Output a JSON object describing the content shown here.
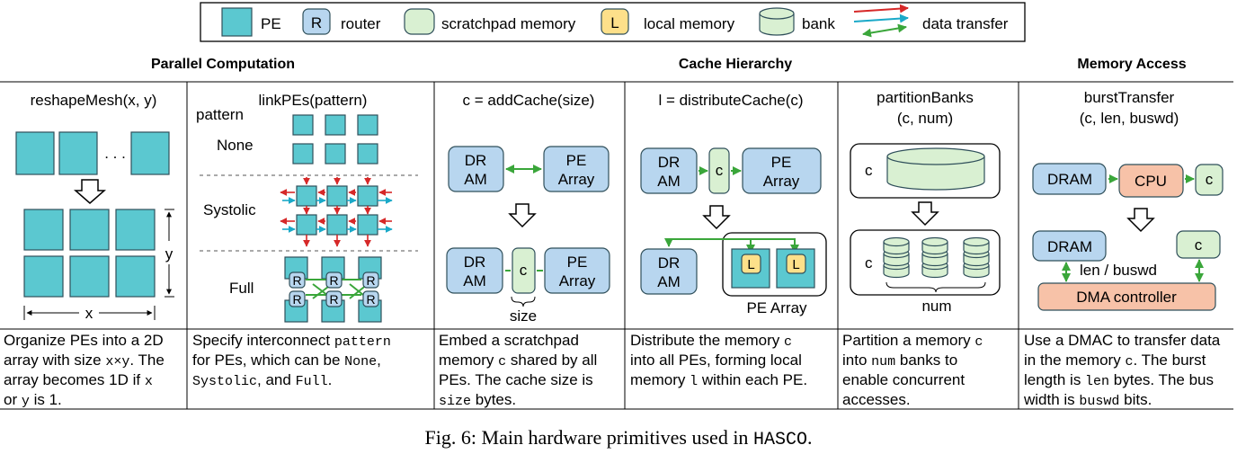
{
  "legend": {
    "pe": "PE",
    "router_glyph": "R",
    "router": "router",
    "scratchpad": "scratchpad memory",
    "local_glyph": "L",
    "local": "local memory",
    "bank": "bank",
    "transfer": "data transfer"
  },
  "groups": {
    "parallel": "Parallel Computation",
    "cache": "Cache Hierarchy",
    "memory": "Memory Access"
  },
  "titles": {
    "reshape": "reshapeMesh(x, y)",
    "link": "linkPEs(pattern)",
    "addcache": "c = addCache(size)",
    "distribute": "l = distributeCache(c)",
    "partition_1": "partitionBanks",
    "partition_2": "(c, num)",
    "burst_1": "burstTransfer",
    "burst_2": "(c, len, buswd)"
  },
  "labels": {
    "ellipsis": ". . .",
    "x": "x",
    "y": "y",
    "pattern": "pattern",
    "none": "None",
    "systolic": "Systolic",
    "full": "Full",
    "r": "R",
    "dr": "DR",
    "am": "AM",
    "pe": "PE",
    "array": "Array",
    "c": "c",
    "size": "size",
    "l": "L",
    "pe_array": "PE Array",
    "num": "num",
    "dram": "DRAM",
    "cpu": "CPU",
    "len_buswd": "len / buswd",
    "dma": "DMA controller"
  },
  "desc": {
    "d1": [
      [
        "Organize PEs into a 2D"
      ],
      [
        "array with size ",
        {
          "m": "x×y"
        },
        ". The"
      ],
      [
        "array becomes 1D if ",
        {
          "m": "x"
        }
      ],
      [
        "or ",
        {
          "m": "y"
        },
        " is 1."
      ]
    ],
    "d2": [
      [
        "Specify interconnect ",
        {
          "m": "pattern"
        }
      ],
      [
        "for PEs, which can be ",
        {
          "m": "None"
        },
        ","
      ],
      [
        {
          "m": "Systolic"
        },
        ", and ",
        {
          "m": "Full"
        },
        "."
      ]
    ],
    "d3": [
      [
        "Embed a scratchpad"
      ],
      [
        "memory ",
        {
          "m": "c"
        },
        " shared by all"
      ],
      [
        "PEs. The cache size is"
      ],
      [
        {
          "m": "size"
        },
        " bytes."
      ]
    ],
    "d4": [
      [
        "Distribute the memory ",
        {
          "m": "c"
        }
      ],
      [
        "into all PEs, forming local"
      ],
      [
        "memory ",
        {
          "m": "l"
        },
        " within each PE."
      ]
    ],
    "d5": [
      [
        "Partition a memory ",
        {
          "m": "c"
        }
      ],
      [
        "into ",
        {
          "m": "num"
        },
        " banks to"
      ],
      [
        "enable concurrent"
      ],
      [
        "accesses."
      ]
    ],
    "d6": [
      [
        "Use a DMAC to transfer data"
      ],
      [
        "in the memory ",
        {
          "m": "c"
        },
        ". The burst"
      ],
      [
        "length is ",
        {
          "m": "len"
        },
        " bytes. The bus"
      ],
      [
        "width is ",
        {
          "m": "buswd"
        },
        " bits."
      ]
    ]
  },
  "caption": {
    "prefix": "Fig. 6: Main hardware primitives used in ",
    "name": "HASCO",
    "suffix": "."
  },
  "colors": {
    "pe": "#5bc8d0",
    "router": "#b8d6ef",
    "scratchpad": "#d9f0d2",
    "local": "#fde08a",
    "dma": "#f7c2a8",
    "green": "#3aa63a",
    "red": "#d62828",
    "cyan": "#1aa9c8"
  }
}
